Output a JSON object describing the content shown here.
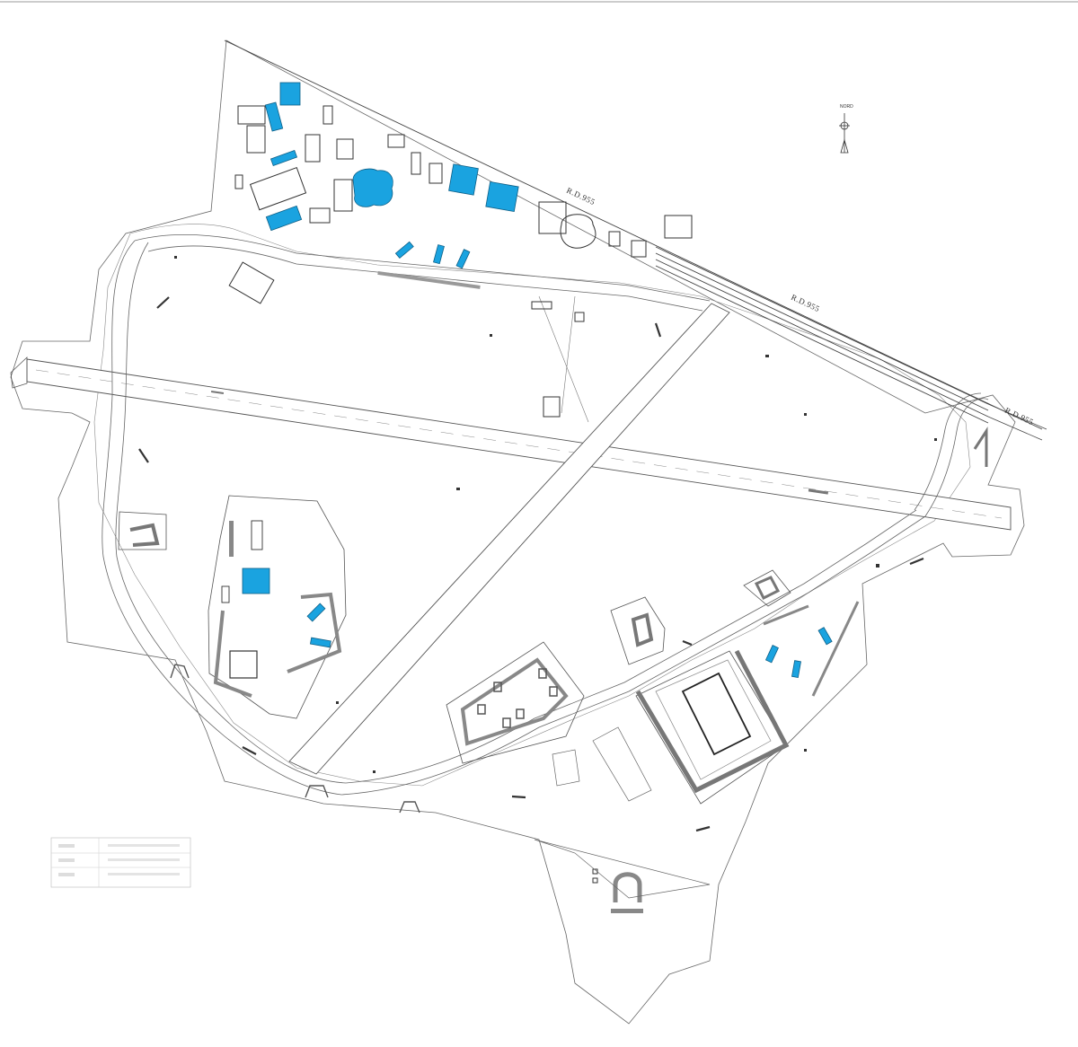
{
  "map": {
    "colors": {
      "background": "#ffffff",
      "line": "#555555",
      "building_fill": "#1aa3e0",
      "building_stroke": "#0f5f86",
      "dark": "#333333",
      "pad_fill": "#9a9a9a"
    },
    "road_labels": [
      "R.D.955",
      "R.D.955",
      "R.D.955"
    ],
    "north_arrow": {
      "label": "NORD",
      "icon": "north-arrow-icon"
    },
    "legend_box": {
      "text_legible": false
    }
  }
}
